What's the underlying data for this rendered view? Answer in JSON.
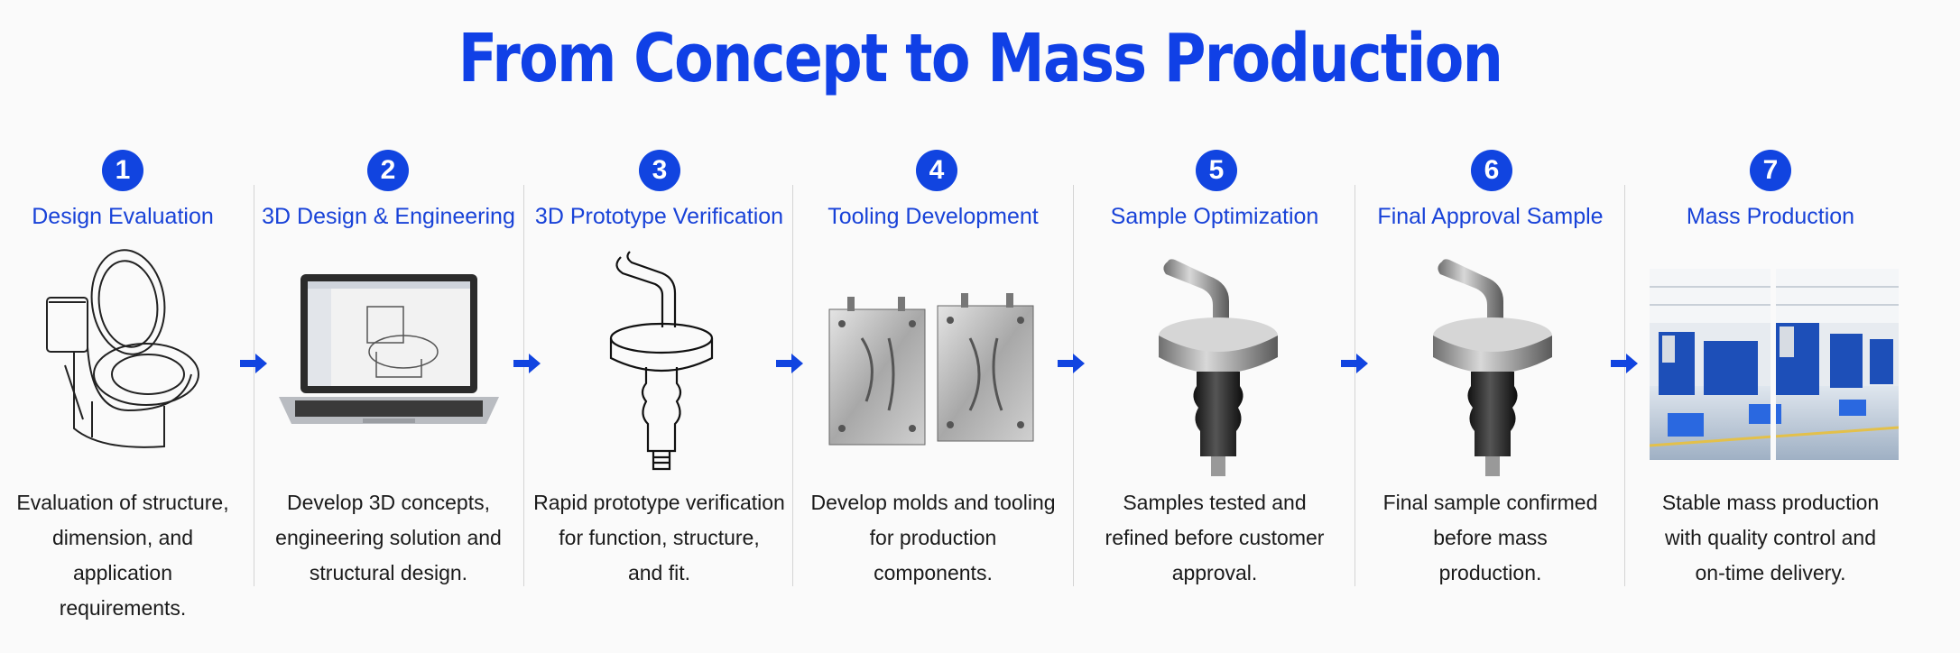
{
  "title": "From Concept to Mass Production",
  "steps": [
    {
      "number": "1",
      "title": "Design Evaluation",
      "desc": [
        "Evaluation of structure,",
        "dimension, and application",
        "requirements."
      ]
    },
    {
      "number": "2",
      "title": "3D Design & Engineering",
      "desc": [
        "Develop 3D concepts,",
        "engineering solution and",
        "structural design."
      ]
    },
    {
      "number": "3",
      "title": "3D Prototype Verification",
      "desc": [
        "Rapid prototype verification",
        "for function, structure,",
        "and fit."
      ]
    },
    {
      "number": "4",
      "title": "Tooling Development",
      "desc": [
        "Develop molds and tooling",
        "for production",
        "components."
      ]
    },
    {
      "number": "5",
      "title": "Sample Optimization",
      "desc": [
        "Samples tested and",
        "refined before customer",
        "approval."
      ]
    },
    {
      "number": "6",
      "title": "Final Approval Sample",
      "desc": [
        "Final sample confirmed",
        "before mass",
        "production."
      ]
    },
    {
      "number": "7",
      "title": "Mass Production",
      "desc": [
        "Stable mass production",
        "with quality control and",
        "on-time delivery."
      ]
    }
  ],
  "colors": {
    "accent": "#1144e0",
    "text": "#1a1a1a",
    "divider": "#d4d4d4",
    "background": "#fafafa"
  },
  "icons": [
    "toilet-sketch",
    "laptop-cad",
    "prototype-sketch",
    "mold-blocks",
    "metal-hook-sample",
    "metal-hook-sample",
    "factory-photo",
    "right-arrow-icon"
  ]
}
